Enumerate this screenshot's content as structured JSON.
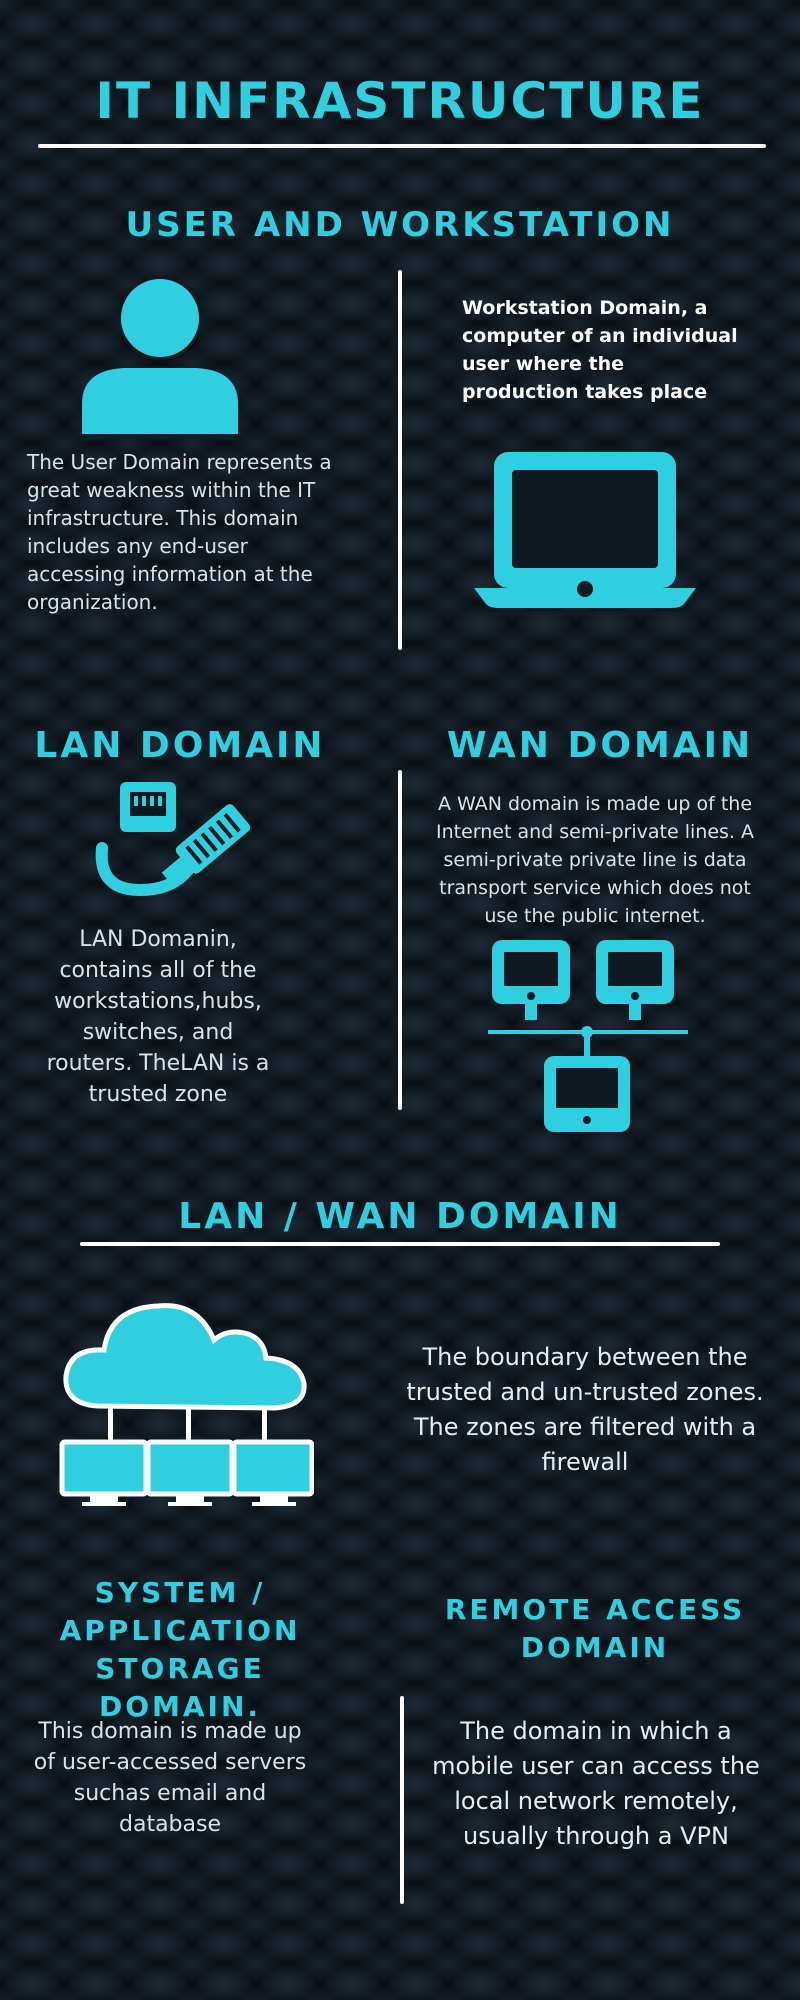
{
  "title": "IT INFRASTRUCTURE",
  "colors": {
    "accent": "#30cfe0",
    "background": "#0b1117",
    "rule": "#ffffff",
    "text": "#d8e2e8"
  },
  "user_workstation": {
    "heading": "USER AND WORKSTATION",
    "user_icon": "user-icon",
    "user_text": "The User Domain represents a great weakness within the IT infrastructure. This domain includes any end-user accessing information at the organization.",
    "workstation_text": "Workstation Domain, a computer of an individual user where the production takes place",
    "workstation_icon": "laptop-icon"
  },
  "lan": {
    "heading": "LAN DOMAIN",
    "icon": "ethernet-cable-icon",
    "text": "LAN Domanin, contains all of the workstations,hubs, switches, and routers. TheLAN is a trusted zone"
  },
  "wan": {
    "heading": "WAN DOMAIN",
    "text": "A WAN domain is made up of the Internet and semi-private lines. A semi-private private line is data transport service which does not use the public internet.",
    "icon": "network-computers-icon"
  },
  "lan_wan": {
    "heading": "LAN / WAN DOMAIN",
    "icon": "cloud-network-icon",
    "text_line1": "The boundary between the trusted and un-trusted zones.",
    "text_line2": "The zones are filtered with a firewall"
  },
  "system_app": {
    "heading_line1": "SYSTEM /",
    "heading_line2": "APPLICATION",
    "heading_line3": "STORAGE DOMAIN.",
    "text": "This domain is made up of user-accessed servers suchas email and database"
  },
  "remote": {
    "heading_line1": "REMOTE ACCESS",
    "heading_line2": "DOMAIN",
    "text": "The domain in which a mobile user can access the local network remotely, usually through a VPN"
  }
}
